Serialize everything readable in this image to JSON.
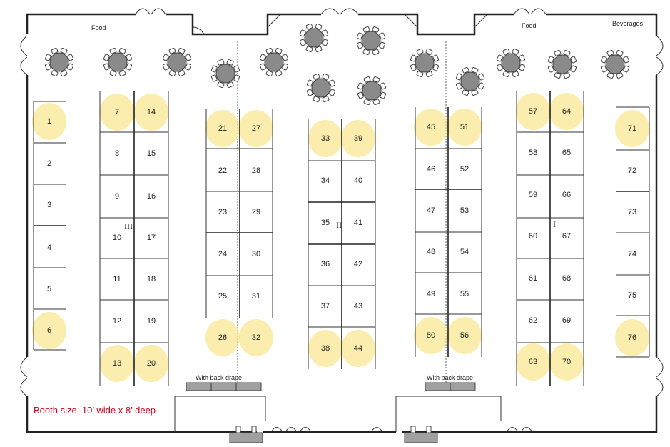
{
  "labels": {
    "food_left": "Food",
    "food_right": "Food",
    "beverages": "Beverages",
    "drape_left": "With back drape",
    "drape_right": "With back drape",
    "booth_size": "Booth size: 10’ wide x 8’ deep",
    "section_I": "I",
    "section_II": "II",
    "section_III": "III"
  },
  "colors": {
    "highlight": "#f7e27a",
    "note": "#d0021b",
    "table": "#8a8a8a"
  },
  "highlighted_booths": [
    "1",
    "6",
    "7",
    "13",
    "14",
    "20",
    "21",
    "26",
    "27",
    "32",
    "33",
    "38",
    "39",
    "44",
    "45",
    "50",
    "51",
    "56",
    "57",
    "63",
    "64",
    "70",
    "71",
    "76"
  ],
  "columns": [
    {
      "name": "col-1",
      "booths": [
        "1",
        "2",
        "3",
        "4",
        "5",
        "6"
      ]
    },
    {
      "name": "col-2-left",
      "booths": [
        "7",
        "8",
        "9",
        "10",
        "11",
        "12",
        "13"
      ]
    },
    {
      "name": "col-2-right",
      "booths": [
        "14",
        "15",
        "16",
        "17",
        "18",
        "19",
        "20"
      ]
    },
    {
      "name": "col-3-left",
      "booths": [
        "21",
        "22",
        "23",
        "24",
        "25",
        "26"
      ]
    },
    {
      "name": "col-3-right",
      "booths": [
        "27",
        "28",
        "29",
        "30",
        "31",
        "32"
      ]
    },
    {
      "name": "col-4-left",
      "booths": [
        "33",
        "34",
        "35",
        "36",
        "37",
        "38"
      ]
    },
    {
      "name": "col-4-right",
      "booths": [
        "39",
        "40",
        "41",
        "42",
        "43",
        "44"
      ]
    },
    {
      "name": "col-5-left",
      "booths": [
        "45",
        "46",
        "47",
        "48",
        "49",
        "50"
      ]
    },
    {
      "name": "col-5-right",
      "booths": [
        "51",
        "52",
        "53",
        "54",
        "55",
        "56"
      ]
    },
    {
      "name": "col-6-left",
      "booths": [
        "57",
        "58",
        "59",
        "60",
        "61",
        "62",
        "63"
      ]
    },
    {
      "name": "col-6-right",
      "booths": [
        "64",
        "65",
        "66",
        "67",
        "68",
        "69",
        "70"
      ]
    },
    {
      "name": "col-7",
      "booths": [
        "71",
        "72",
        "73",
        "74",
        "75",
        "76"
      ]
    }
  ]
}
